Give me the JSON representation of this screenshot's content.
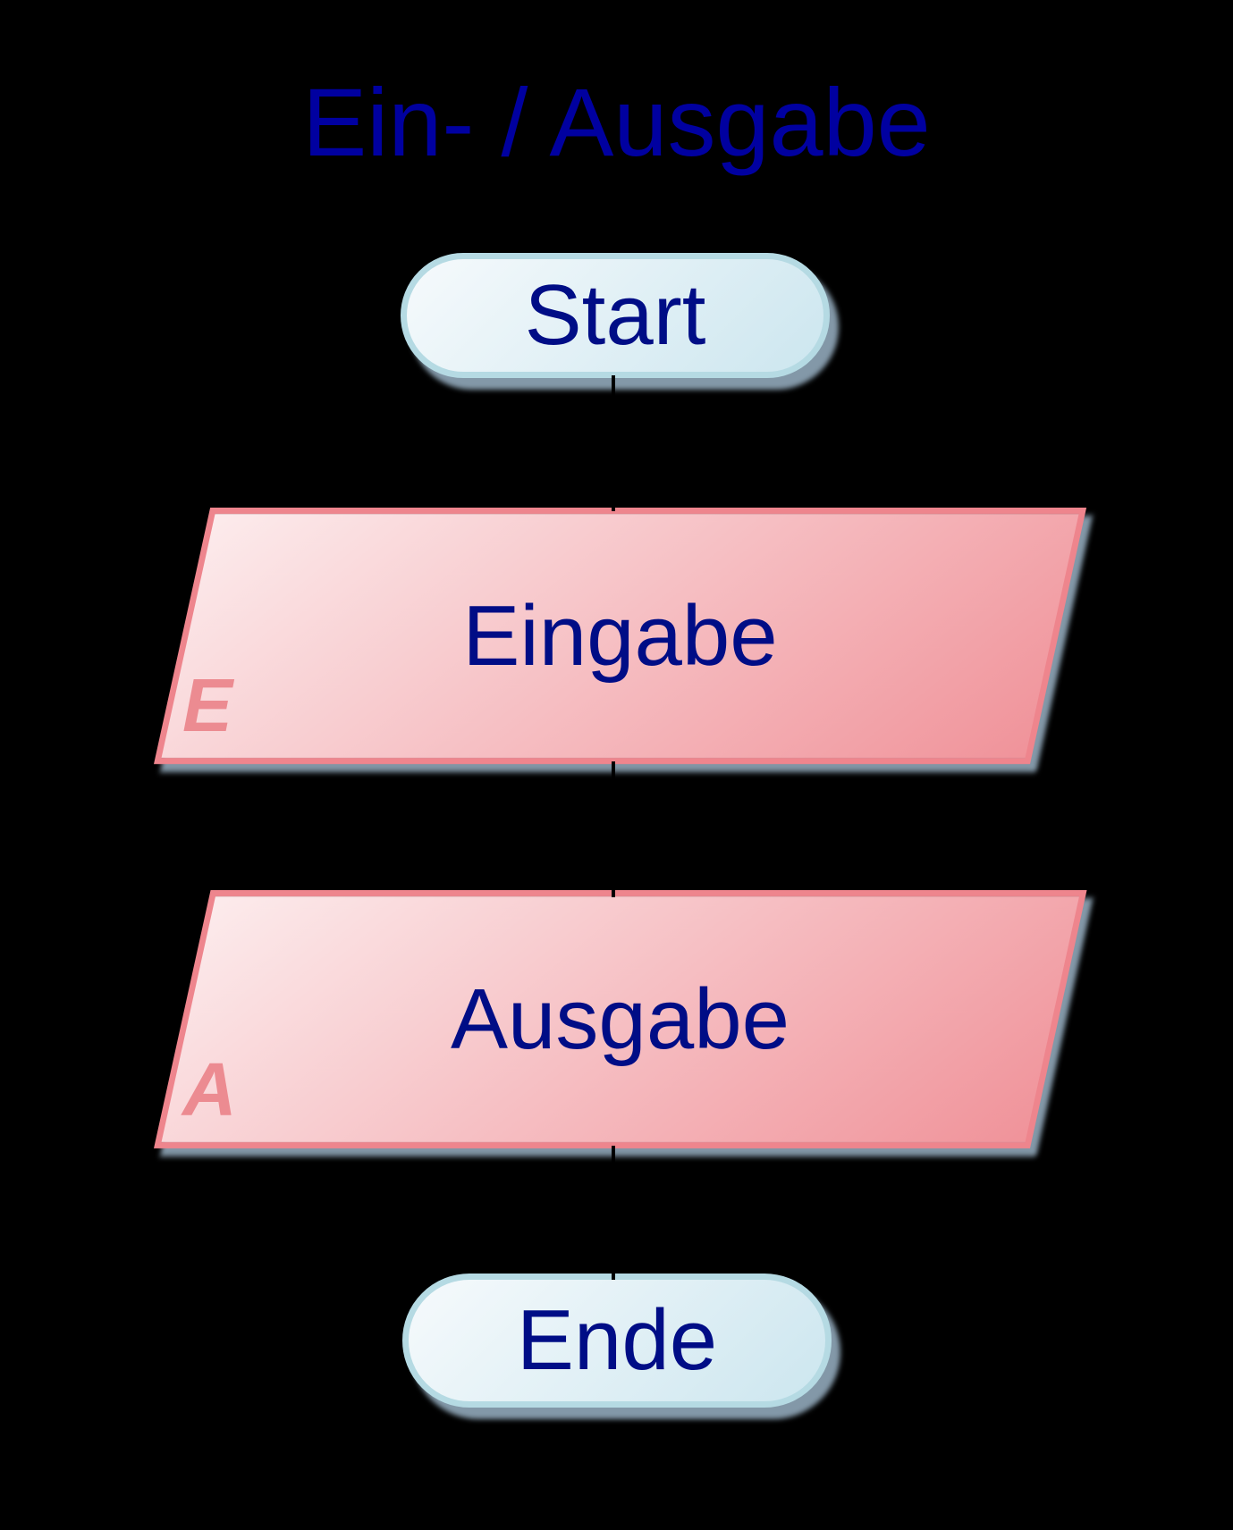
{
  "title": "Ein- / Ausgabe",
  "nodes": {
    "start": {
      "label": "Start",
      "shape": "rounded-terminal"
    },
    "eingabe": {
      "label": "Eingabe",
      "corner_letter": "E",
      "shape": "io-parallelogram"
    },
    "ausgabe": {
      "label": "Ausgabe",
      "corner_letter": "A",
      "shape": "io-parallelogram"
    },
    "ende": {
      "label": "Ende",
      "shape": "rounded-terminal"
    }
  },
  "connections": [
    {
      "from": "start",
      "to": "eingabe"
    },
    {
      "from": "eingabe",
      "to": "ausgabe"
    },
    {
      "from": "ausgabe",
      "to": "ende"
    }
  ],
  "colors": {
    "background": "#000000",
    "title-text": "#0000a0",
    "node-text": "#000d86",
    "terminal-border": "#b5dae3",
    "terminal-fill-light": "#f6fafc",
    "terminal-fill-dark": "#cce6ef",
    "io-border": "#ee858d",
    "io-fill-light": "#fcebec",
    "io-fill-dark": "#f0939a",
    "corner-letter": "#ec8b91",
    "shadow": "#8398a8",
    "connector": "#000000"
  }
}
